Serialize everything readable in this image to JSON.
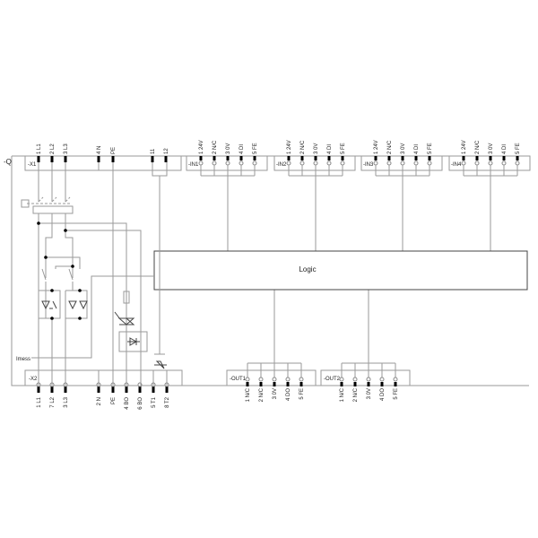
{
  "device_label": "-Q",
  "logic_label": "Logic",
  "imess_label": "Imess",
  "x1": {
    "label": "-X1",
    "pins": [
      "1 L1",
      "2 L2",
      "3 L3",
      "4 N",
      "PE",
      "11",
      "12"
    ]
  },
  "x2": {
    "label": "-X2",
    "pins": [
      "1 L1",
      "7 L2",
      "3 L3",
      "2 N",
      "PE",
      "4 BO",
      "6 BO",
      "5 T1",
      "8 T2"
    ]
  },
  "inputs": [
    {
      "label": "-IN1",
      "pins": [
        "1 24V",
        "2 N/C",
        "3 0V",
        "4 DI",
        "5 FE"
      ]
    },
    {
      "label": "-IN2",
      "pins": [
        "1 24V",
        "2 N/C",
        "3 0V",
        "4 DI",
        "5 FE"
      ]
    },
    {
      "label": "-IN3",
      "pins": [
        "1 24V",
        "2 N/C",
        "3 0V",
        "4 DI",
        "5 FE"
      ]
    },
    {
      "label": "-IN4",
      "pins": [
        "1 24V",
        "2 N/C",
        "3 0V",
        "4 DI",
        "5 FE"
      ]
    }
  ],
  "outputs": [
    {
      "label": "-OUT1",
      "pins": [
        "1 N/C",
        "2 N/C",
        "3 0V",
        "4 DO",
        "5 FE"
      ]
    },
    {
      "label": "-OUT2",
      "pins": [
        "1 N/C",
        "2 N/C",
        "3 0V",
        "4 DO",
        "5 FE"
      ]
    }
  ]
}
